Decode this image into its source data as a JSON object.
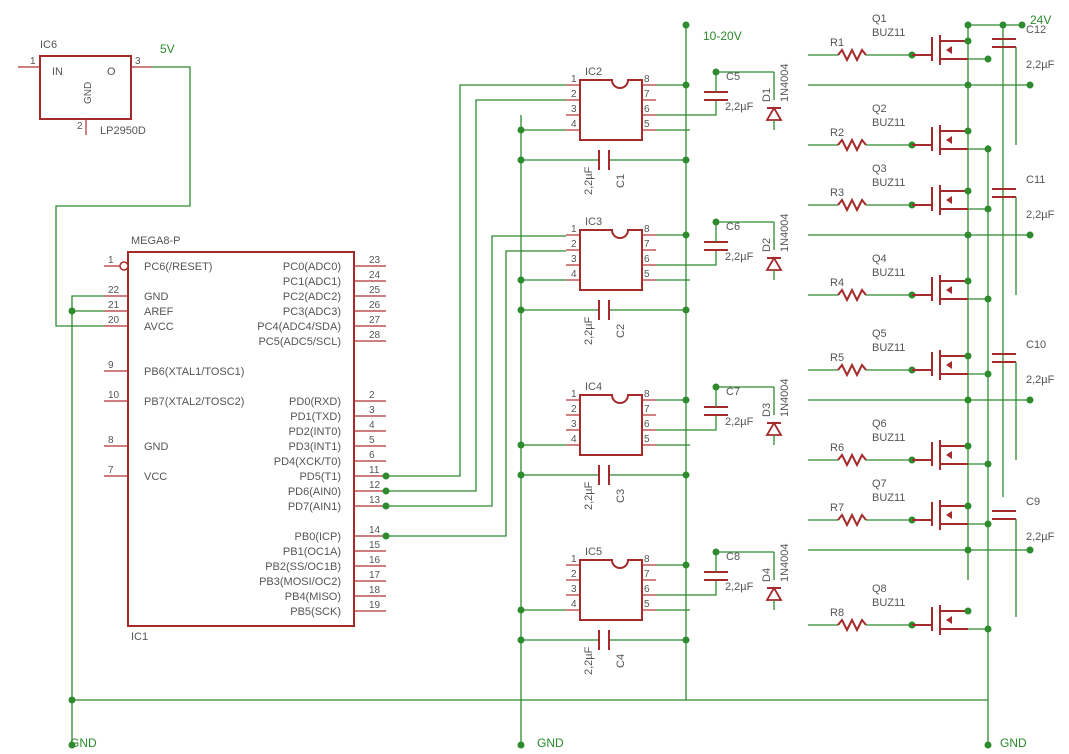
{
  "nets": {
    "v5": "5V",
    "v24": "24V",
    "vgate": "10-20V",
    "gnd": "GND"
  },
  "ic6": {
    "name": "IC6",
    "value": "LP2950D",
    "pin_in_num": "1",
    "pin_in": "IN",
    "pin_out_num": "3",
    "pin_out": "O",
    "pin_gnd_num": "2",
    "pin_gnd": "GND"
  },
  "ic1": {
    "name": "IC1",
    "value": "MEGA8-P",
    "left_pins": [
      {
        "num": "1",
        "name": "PC6(/RESET)"
      },
      {
        "num": "22",
        "name": "GND"
      },
      {
        "num": "21",
        "name": "AREF"
      },
      {
        "num": "20",
        "name": "AVCC"
      },
      {
        "num": "9",
        "name": "PB6(XTAL1/TOSC1)"
      },
      {
        "num": "10",
        "name": "PB7(XTAL2/TOSC2)"
      },
      {
        "num": "8",
        "name": "GND"
      },
      {
        "num": "7",
        "name": "VCC"
      }
    ],
    "right_pins": [
      {
        "num": "23",
        "name": "PC0(ADC0)"
      },
      {
        "num": "24",
        "name": "PC1(ADC1)"
      },
      {
        "num": "25",
        "name": "PC2(ADC2)"
      },
      {
        "num": "26",
        "name": "PC3(ADC3)"
      },
      {
        "num": "27",
        "name": "PC4(ADC4/SDA)"
      },
      {
        "num": "28",
        "name": "PC5(ADC5/SCL)"
      },
      {
        "num": "2",
        "name": "PD0(RXD)"
      },
      {
        "num": "3",
        "name": "PD1(TXD)"
      },
      {
        "num": "4",
        "name": "PD2(INT0)"
      },
      {
        "num": "5",
        "name": "PD3(INT1)"
      },
      {
        "num": "6",
        "name": "PD4(XCK/T0)"
      },
      {
        "num": "11",
        "name": "PD5(T1)"
      },
      {
        "num": "12",
        "name": "PD6(AIN0)"
      },
      {
        "num": "13",
        "name": "PD7(AIN1)"
      },
      {
        "num": "14",
        "name": "PB0(ICP)"
      },
      {
        "num": "15",
        "name": "PB1(OC1A)"
      },
      {
        "num": "16",
        "name": "PB2(SS/OC1B)"
      },
      {
        "num": "17",
        "name": "PB3(MOSI/OC2)"
      },
      {
        "num": "18",
        "name": "PB4(MISO)"
      },
      {
        "num": "19",
        "name": "PB5(SCK)"
      }
    ]
  },
  "drivers": [
    {
      "ic": "IC2",
      "cin": "C1",
      "cboot": "C5",
      "diode": "D1",
      "cap_val": "2,2µF",
      "diode_val": "1N4004"
    },
    {
      "ic": "IC3",
      "cin": "C2",
      "cboot": "C6",
      "diode": "D2",
      "cap_val": "2,2µF",
      "diode_val": "1N4004"
    },
    {
      "ic": "IC4",
      "cin": "C3",
      "cboot": "C7",
      "diode": "D3",
      "cap_val": "2,2µF",
      "diode_val": "1N4004"
    },
    {
      "ic": "IC5",
      "cin": "C4",
      "cboot": "C8",
      "diode": "D4",
      "cap_val": "2,2µF",
      "diode_val": "1N4004"
    }
  ],
  "driver_pins": [
    "1",
    "2",
    "3",
    "4",
    "5",
    "6",
    "7",
    "8"
  ],
  "mosfets": [
    {
      "q": "Q1",
      "r": "R1",
      "type": "BUZ11"
    },
    {
      "q": "Q2",
      "r": "R2",
      "type": "BUZ11"
    },
    {
      "q": "Q3",
      "r": "R3",
      "type": "BUZ11"
    },
    {
      "q": "Q4",
      "r": "R4",
      "type": "BUZ11"
    },
    {
      "q": "Q5",
      "r": "R5",
      "type": "BUZ11"
    },
    {
      "q": "Q6",
      "r": "R6",
      "type": "BUZ11"
    },
    {
      "q": "Q7",
      "r": "R7",
      "type": "BUZ11"
    },
    {
      "q": "Q8",
      "r": "R8",
      "type": "BUZ11"
    }
  ],
  "bulk_caps": [
    {
      "name": "C12",
      "value": "2,2µF"
    },
    {
      "name": "C11",
      "value": "2,2µF"
    },
    {
      "name": "C10",
      "value": "2,2µF"
    },
    {
      "name": "C9",
      "value": "2,2µF"
    }
  ]
}
